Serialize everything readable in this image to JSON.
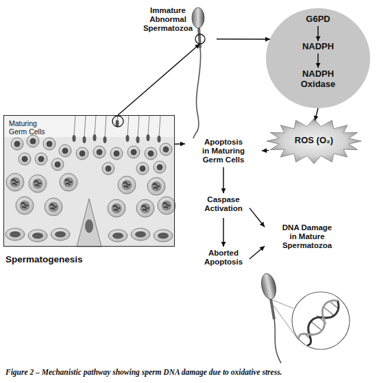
{
  "diagram": {
    "caption": "Figure 2 – Mechanistic pathway showing sperm DNA damage due to oxidative stress.",
    "nodes": [
      {
        "text": [
          "Immature Abnormal Spermatozoa"
        ]
      },
      {
        "text": []
      },
      {
        "text": [
          "G6PD"
        ],
        "in": 1
      },
      {
        "text": [
          "NADPH"
        ],
        "in": 1
      },
      {
        "text": [
          "NADPH Oxidase"
        ],
        "in": 1
      },
      {
        "text": [
          "Maturing Germ Cells",
          "Spermatogenesis"
        ]
      },
      {
        "text": [
          "ROS (O₂)"
        ]
      },
      {
        "text": [
          "Apoptosis in Maturing Germ Cells"
        ]
      },
      {
        "text": [
          "Caspase Activation"
        ]
      },
      {
        "text": [
          "DNA Damage in Mature Spermatozoa"
        ]
      },
      {
        "text": [
          "Aborted Apoptosis"
        ]
      }
    ],
    "edges": [
      {
        "from": 5,
        "to": 0,
        "arrow": "to"
      },
      {
        "from": 0,
        "to": 1,
        "arrow": "to"
      },
      {
        "from": 2,
        "to": 3,
        "arrow": "to"
      },
      {
        "from": 3,
        "to": 4,
        "arrow": "to"
      },
      {
        "from": 1,
        "to": 6,
        "arrow": "to"
      },
      {
        "from": 6,
        "to": 7,
        "arrow": "to"
      },
      {
        "from": 5,
        "to": 7,
        "arrow": "to"
      },
      {
        "from": 7,
        "to": 8,
        "arrow": "to"
      },
      {
        "from": 8,
        "to": 10,
        "arrow": "to"
      },
      {
        "from": 8,
        "to": 9,
        "arrow": "to"
      },
      {
        "from": 10,
        "to": 9,
        "arrow": "to"
      }
    ]
  }
}
